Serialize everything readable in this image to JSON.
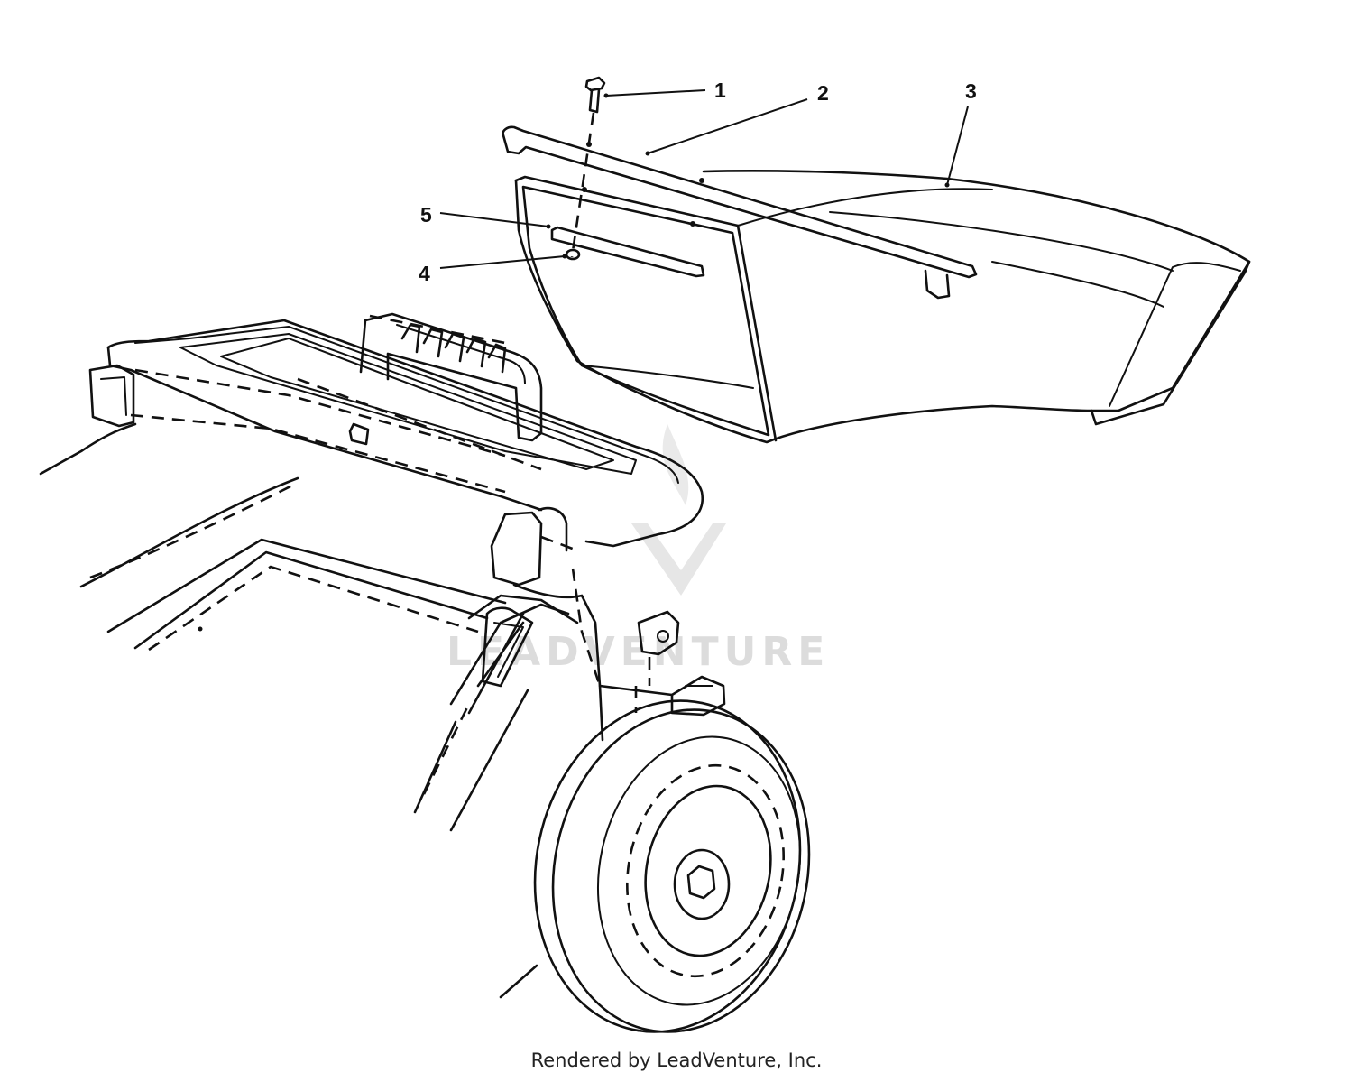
{
  "callouts": [
    {
      "id": "callout-1",
      "label": "1"
    },
    {
      "id": "callout-2",
      "label": "2"
    },
    {
      "id": "callout-3",
      "label": "3"
    },
    {
      "id": "callout-4",
      "label": "4"
    },
    {
      "id": "callout-5",
      "label": "5"
    }
  ],
  "watermark": {
    "text": "LEADVENTURE",
    "color": "#d9d9d9"
  },
  "footer": {
    "credit": "Rendered by LeadVenture, Inc."
  },
  "colors": {
    "line": "#111111",
    "background": "#ffffff"
  }
}
